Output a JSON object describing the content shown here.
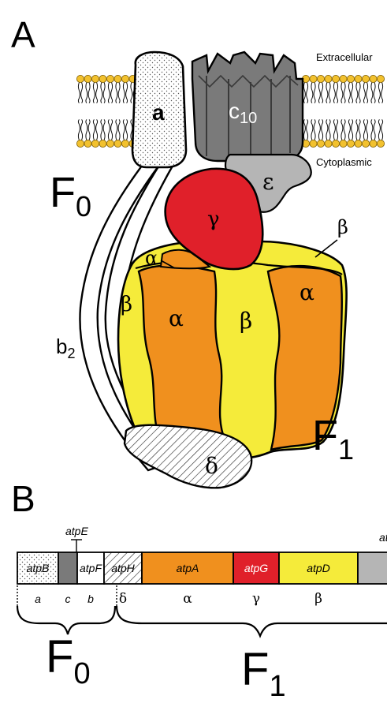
{
  "panel_a": {
    "panel_label": "A",
    "membrane": {
      "extracellular": "Extracellular",
      "cytoplasmic": "Cytoplasmic"
    },
    "subunits": {
      "a": "a",
      "c_base": "c",
      "c_sub": "10",
      "epsilon": "ε",
      "gamma": "γ",
      "alpha_small": "α",
      "beta_top_right": "β",
      "beta_left": "β",
      "alpha_left": "α",
      "beta_center": "β",
      "alpha_right": "α",
      "b_base": "b",
      "b_sub": "2",
      "delta": "δ"
    },
    "sectors": {
      "f0_base": "F",
      "f0_sub": "0",
      "f1_base": "F",
      "f1_sub": "1"
    },
    "colors": {
      "orange": "#F0901E",
      "yellow": "#F5EB3A",
      "red": "#E0202A",
      "dark_gray": "#7A7A7A",
      "light_gray": "#B5B5B5",
      "membrane_head": "#F2C12E"
    }
  },
  "panel_b": {
    "panel_label": "B",
    "genes": [
      {
        "name": "atpB",
        "subunit": "a",
        "fill": "hatch-dots"
      },
      {
        "name": "atpE",
        "subunit": "c",
        "fill": "#7A7A7A"
      },
      {
        "name": "atpF",
        "subunit": "b",
        "fill": "#ffffff"
      },
      {
        "name": "atpH",
        "subunit": "δ",
        "fill": "hatch-lines"
      },
      {
        "name": "atpA",
        "subunit": "α",
        "fill": "#F0901E"
      },
      {
        "name": "atpG",
        "subunit": "γ",
        "fill": "#E0202A"
      },
      {
        "name": "atpD",
        "subunit": "β",
        "fill": "#F5EB3A"
      },
      {
        "name": "",
        "subunit": "",
        "fill": "#B5B5B5"
      }
    ],
    "atpE_label": "atpE",
    "cut_label": "at",
    "f0_base": "F",
    "f0_sub": "0",
    "f1_base": "F",
    "f1_sub": "1"
  }
}
